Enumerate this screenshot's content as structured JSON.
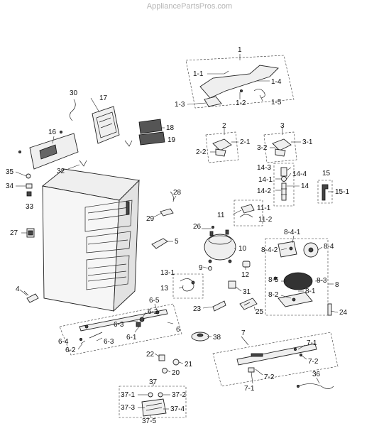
{
  "watermark": "AppliancePartsPros.com",
  "labels": {
    "p1": "1",
    "p1_1": "1-1",
    "p1_2": "1-2",
    "p1_3": "1-3",
    "p1_4": "1-4",
    "p1_5": "1-5",
    "p2": "2",
    "p2_1": "2-1",
    "p2_2": "2-2",
    "p3": "3",
    "p3_1": "3-1",
    "p3_2": "3-2",
    "p5": "5",
    "p4": "4",
    "p6": "6",
    "p6_1": "6-1",
    "p6_2a": "6-2",
    "p6_2b": "6-2",
    "p6_3a": "6-3",
    "p6_3b": "6-3",
    "p6_4": "6-4",
    "p6_5": "6-5",
    "p7": "7",
    "p7_1a": "7-1",
    "p7_1b": "7-1",
    "p7_2a": "7-2",
    "p7_2b": "7-2",
    "p8": "8",
    "p8_1": "8-1",
    "p8_2": "8-2",
    "p8_3": "8-3",
    "p8_4": "8-4",
    "p8_4_1": "8-4-1",
    "p8_4_2": "8-4-2",
    "p8_5": "8-5",
    "p9": "9",
    "p10": "10",
    "p11": "11",
    "p11_1": "11-1",
    "p11_2": "11-2",
    "p12": "12",
    "p13": "13",
    "p13_1": "13-1",
    "p14": "14",
    "p14_1": "14-1",
    "p14_2": "14-2",
    "p14_3": "14-3",
    "p14_4": "14-4",
    "p15": "15",
    "p15_1": "15-1",
    "p16": "16",
    "p17": "17",
    "p18": "18",
    "p19": "19",
    "p20": "20",
    "p21": "21",
    "p22": "22",
    "p23": "23",
    "p24": "24",
    "p25": "25",
    "p26": "26",
    "p27": "27",
    "p28": "28",
    "p29": "29",
    "p30": "30",
    "p31": "31",
    "p32": "32",
    "p33": "33",
    "p34": "34",
    "p35": "35",
    "p36": "36",
    "p37": "37",
    "p37_1": "37-1",
    "p37_2": "37-2",
    "p37_3": "37-3",
    "p37_4": "37-4",
    "p37_5": "37-5",
    "p38": "38"
  }
}
